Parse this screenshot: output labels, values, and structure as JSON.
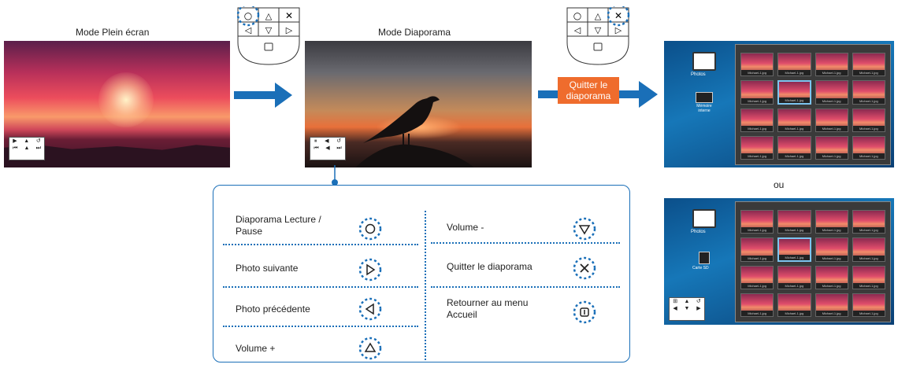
{
  "fullscreen": {
    "title": "Mode Plein écran"
  },
  "slideshow": {
    "title": "Mode Diaporama"
  },
  "remote": {
    "circle": "O",
    "up": "△",
    "cross": "✕",
    "left": "◁",
    "down": "▽",
    "right": "▷",
    "home": "⊡"
  },
  "quit_button": {
    "label": "Quitter le diaporama"
  },
  "or_label": "ou",
  "home_screens": [
    {
      "item1": "Photos",
      "item2": "Mémoire interne",
      "thumb_caption": "Michael-1.jpg"
    },
    {
      "item1": "Photos",
      "item2": "Carte SD",
      "thumb_caption": "Michael-1.jpg"
    }
  ],
  "legend": {
    "left": [
      {
        "text": "Diaporama Lecture / Pause",
        "icon": "circle-icon"
      },
      {
        "text": "Photo suivante",
        "icon": "right-triangle-icon"
      },
      {
        "text": "Photo précédente",
        "icon": "left-triangle-icon"
      },
      {
        "text": "Volume +",
        "icon": "up-triangle-icon"
      }
    ],
    "right": [
      {
        "text": "Volume -",
        "icon": "down-triangle-icon"
      },
      {
        "text": "Quitter le diaporama",
        "icon": "cross-icon"
      },
      {
        "text": "Retourner au menu Accueil",
        "icon": "home-icon"
      }
    ]
  },
  "colors": {
    "accent_blue": "#1a6fb8",
    "orange": "#ef6c2d"
  }
}
